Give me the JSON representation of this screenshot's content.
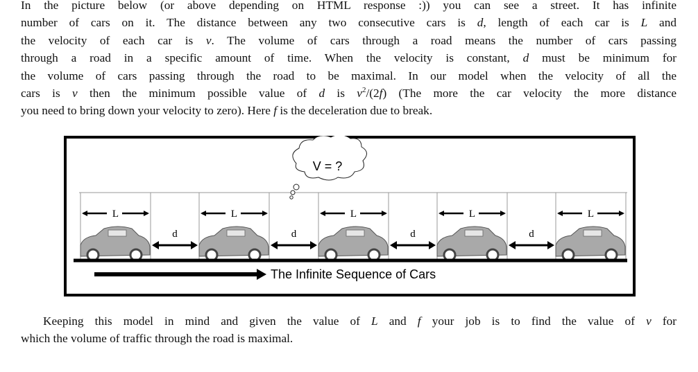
{
  "paragraph1": [
    [
      {
        "t": "In the picture below (or above depending on HTML response :)) you can see a street. It has infinite"
      }
    ],
    [
      {
        "t": "number of cars on it. The distance between any two consecutive cars is "
      },
      {
        "t": "d",
        "m": true
      },
      {
        "t": ", length of each car is "
      },
      {
        "t": "L",
        "m": true
      },
      {
        "t": " and"
      }
    ],
    [
      {
        "t": "the velocity of each car is "
      },
      {
        "t": "v",
        "m": true
      },
      {
        "t": ". The volume of cars through a road means the number of cars passing"
      }
    ],
    [
      {
        "t": "through a road in a specific amount of time. When the velocity is constant, "
      },
      {
        "t": "d",
        "m": true
      },
      {
        "t": " must be minimum for"
      }
    ],
    [
      {
        "t": "the volume of cars passing through the road to be maximal. In our model when the velocity of all the"
      }
    ],
    [
      {
        "t": "cars is "
      },
      {
        "t": "v",
        "m": true
      },
      {
        "t": " then the minimum possible value of "
      },
      {
        "t": "d",
        "m": true
      },
      {
        "t": " is "
      },
      {
        "t": "v",
        "m": true
      },
      {
        "t": "2",
        "sup": true
      },
      {
        "t": "/(2"
      },
      {
        "t": "f",
        "m": true
      },
      {
        "t": ") (The more the car velocity the more distance"
      }
    ],
    [
      {
        "t": "you need to bring down your velocity to zero). Here "
      },
      {
        "t": "f",
        "m": true
      },
      {
        "t": " is the deceleration due to break."
      }
    ]
  ],
  "paragraph2": [
    [
      {
        "t": "Keeping this model in mind and given the value of "
      },
      {
        "t": "L",
        "m": true
      },
      {
        "t": " and "
      },
      {
        "t": "f",
        "m": true
      },
      {
        "t": " your job is to find the value of "
      },
      {
        "t": "v",
        "m": true
      },
      {
        "t": " for"
      }
    ],
    [
      {
        "t": "which the volume of traffic through the road is maximal."
      }
    ]
  ],
  "figure": {
    "thought_bubble": "V = ?",
    "car_length_label": "L",
    "gap_label": "d",
    "caption": "The Infinite Sequence of Cars",
    "car_count": 5,
    "car_color": "#a9a9a9"
  }
}
